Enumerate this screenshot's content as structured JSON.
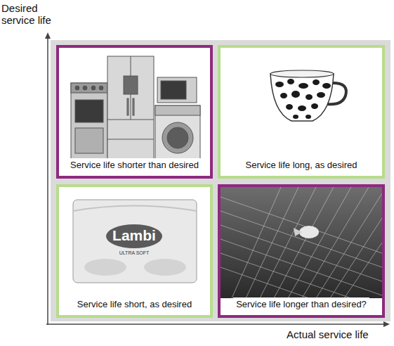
{
  "diagram": {
    "nodes": [
      {
        "text": [
          "Service life shorter than desired"
        ]
      },
      {
        "text": [
          "Service life long, as desired"
        ]
      },
      {
        "text": [
          "Service life short, as desired"
        ]
      },
      {
        "text": [
          "Service life longer than desired?"
        ]
      }
    ],
    "labels": [
      "Desired service life",
      "Actual service life",
      "Lambi",
      "ULTRA SOFT"
    ]
  }
}
